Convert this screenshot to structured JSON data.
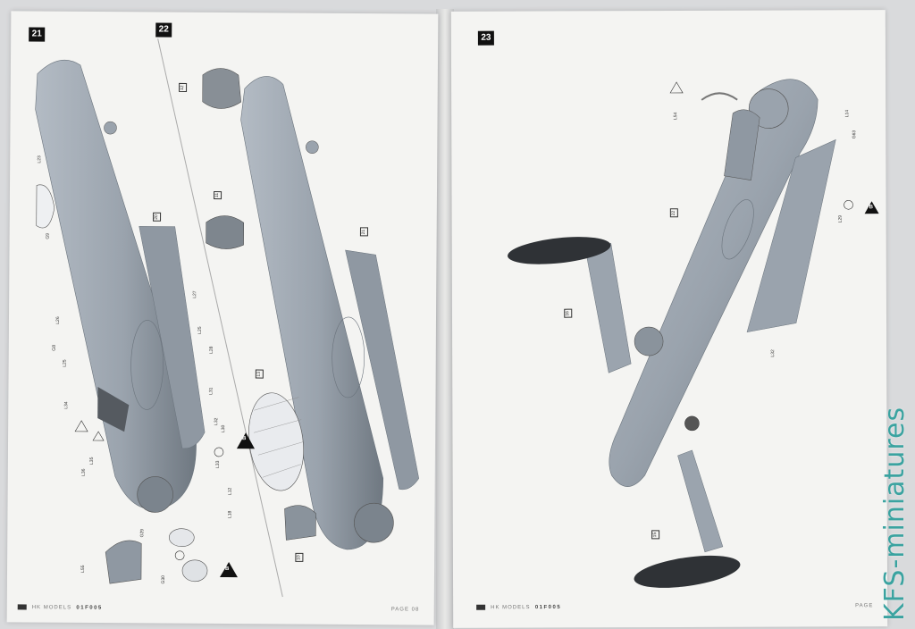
{
  "steps": {
    "step21": "21",
    "step22": "22",
    "step23": "23"
  },
  "footer": {
    "left_brand": "HK MODELS",
    "left_code": "01F005",
    "left_page": "PAGE 08",
    "right_brand": "HK MODELS",
    "right_code": "01F005",
    "right_page": "PAGE"
  },
  "parts_step21": {
    "l23": "L23",
    "g9": "G9",
    "l26": "L26",
    "g8": "G8",
    "l25": "L25",
    "l34": "L34",
    "l36": "L36",
    "l35": "L35",
    "g29": "G29",
    "l55": "L55",
    "g30": "G30",
    "l27": "L27",
    "l25b": "L25",
    "l28": "L28",
    "l31": "L31",
    "l32": "L32",
    "l30": "L30",
    "l33": "L33",
    "l12": "L12",
    "l18": "L18",
    "box20": "20",
    "marker_b1": "B",
    "marker_b2": "B"
  },
  "parts_step22": {
    "box12": "12",
    "box11": "11",
    "box21": "21",
    "box13": "13",
    "box10": "10"
  },
  "parts_step23": {
    "l54": "L54",
    "l14": "L14",
    "g63": "G63",
    "l29": "L29",
    "l32": "L32",
    "box22": "22",
    "box16": "16",
    "box15": "15",
    "marker_b": "B"
  },
  "watermark": "KFS-miniatures",
  "colors": {
    "paper": "#f4f4f2",
    "aircraft": "#9aa3ad",
    "aircraft_shadow": "#6f7881",
    "nacelle": "#3a3d41",
    "watermark": "#3aa3a0"
  }
}
